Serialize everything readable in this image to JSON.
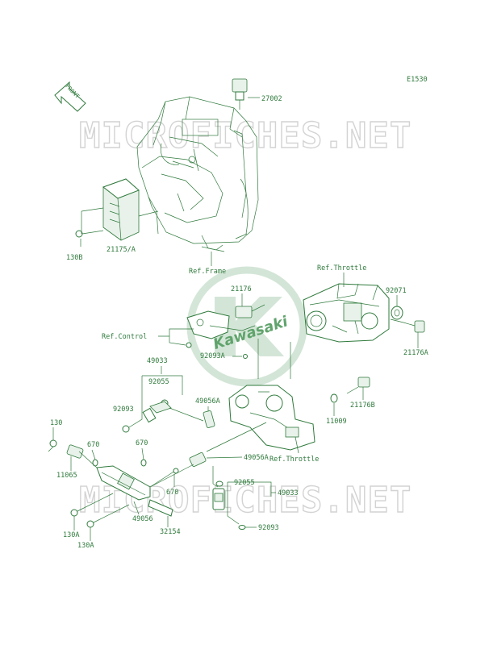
{
  "diagram": {
    "code": "E1530",
    "front_label": "FRONT",
    "watermark": "MICROFICHES.NET",
    "logo_text": "Kawasaki",
    "colors": {
      "line": "#2f7a3c",
      "watermark": "#d3d3d3",
      "logo": "#cfe3d3"
    },
    "labels": {
      "p27002": "27002",
      "p130B": "130B",
      "p21175A": "21175/A",
      "ref_frame": "Ref.Frame",
      "ref_throttle_top": "Ref.Throttle",
      "p21176": "21176",
      "p92071": "92071",
      "ref_control": "Ref.Control",
      "p92093A": "92093A",
      "p21176A": "21176A",
      "p49033_top": "49033",
      "p92055_top": "92055",
      "p49056A_top": "49056A",
      "p92093_left": "92093",
      "p21176B": "21176B",
      "p11009": "11009",
      "p130": "130",
      "p670_a": "670",
      "p670_b": "670",
      "p11065": "11065",
      "p49056A_mid": "49056A",
      "ref_throttle_bottom": "Ref.Throttle",
      "p92055_bottom": "92055",
      "p49033_bottom": "49033",
      "p670_c": "670",
      "p49056": "49056",
      "p130A_a": "130A",
      "p130A_b": "130A",
      "p32154": "32154",
      "p92093_bottom": "92093"
    }
  }
}
